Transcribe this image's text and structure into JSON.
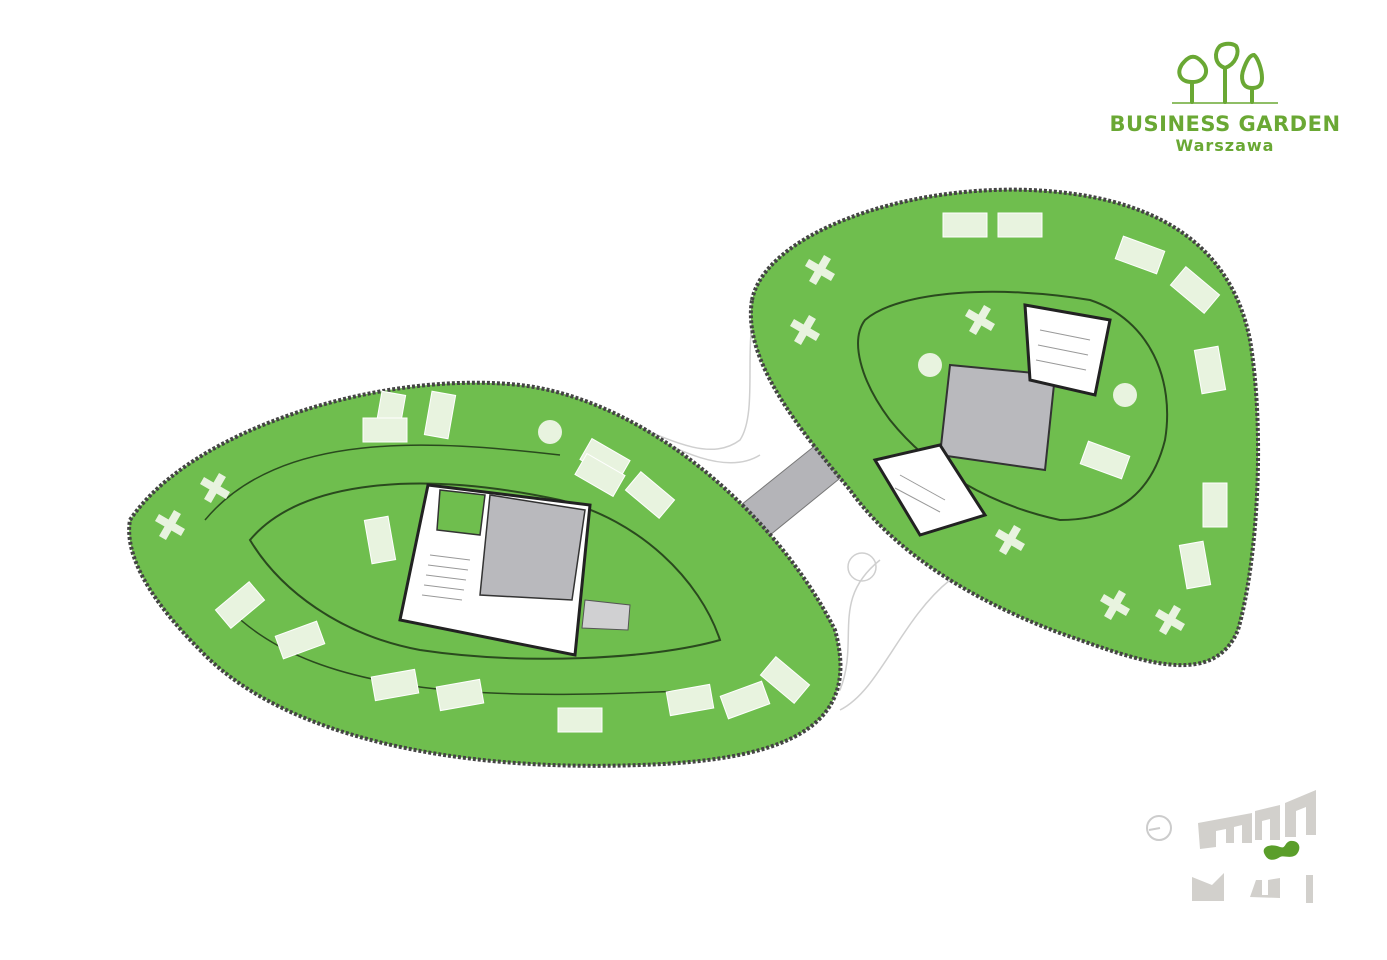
{
  "logo": {
    "title": "BUSINESS GARDEN",
    "subtitle": "Warszawa",
    "icon": "three-trees-icon"
  },
  "keyplan": {
    "icon": "north-arrow-icon",
    "highlight": "highlighted-building"
  },
  "colors": {
    "floor": "#6fbe4e",
    "brand": "#6aa834",
    "core": "#b9b9bd",
    "keyplan": "#d2d0cc",
    "furniture": "#e8f3df"
  }
}
